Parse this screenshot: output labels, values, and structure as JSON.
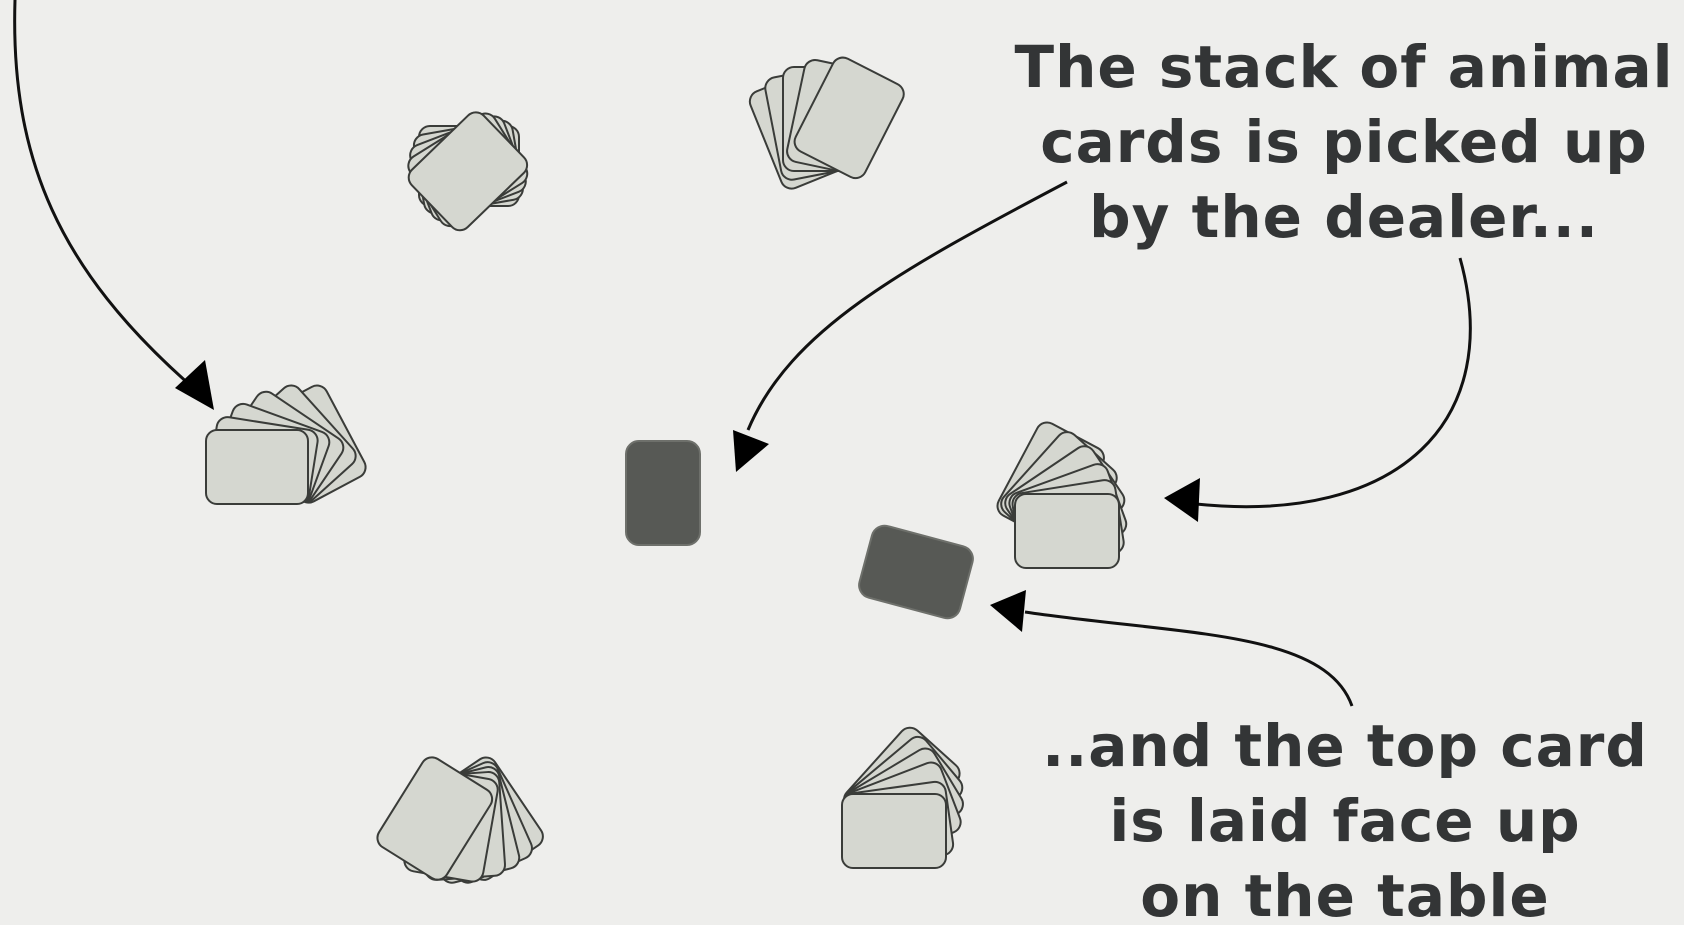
{
  "callouts": {
    "stack_picked_up": [
      "The stack of animal",
      "cards is picked up",
      "by the dealer..."
    ],
    "top_card": [
      "..and the top card",
      "is laid face up",
      "on the table"
    ]
  },
  "colors": {
    "background": "#eeeeec",
    "card_face": "#d5d7d0",
    "card_back": "#575955",
    "text": "#333536",
    "arrow": "#000000"
  }
}
